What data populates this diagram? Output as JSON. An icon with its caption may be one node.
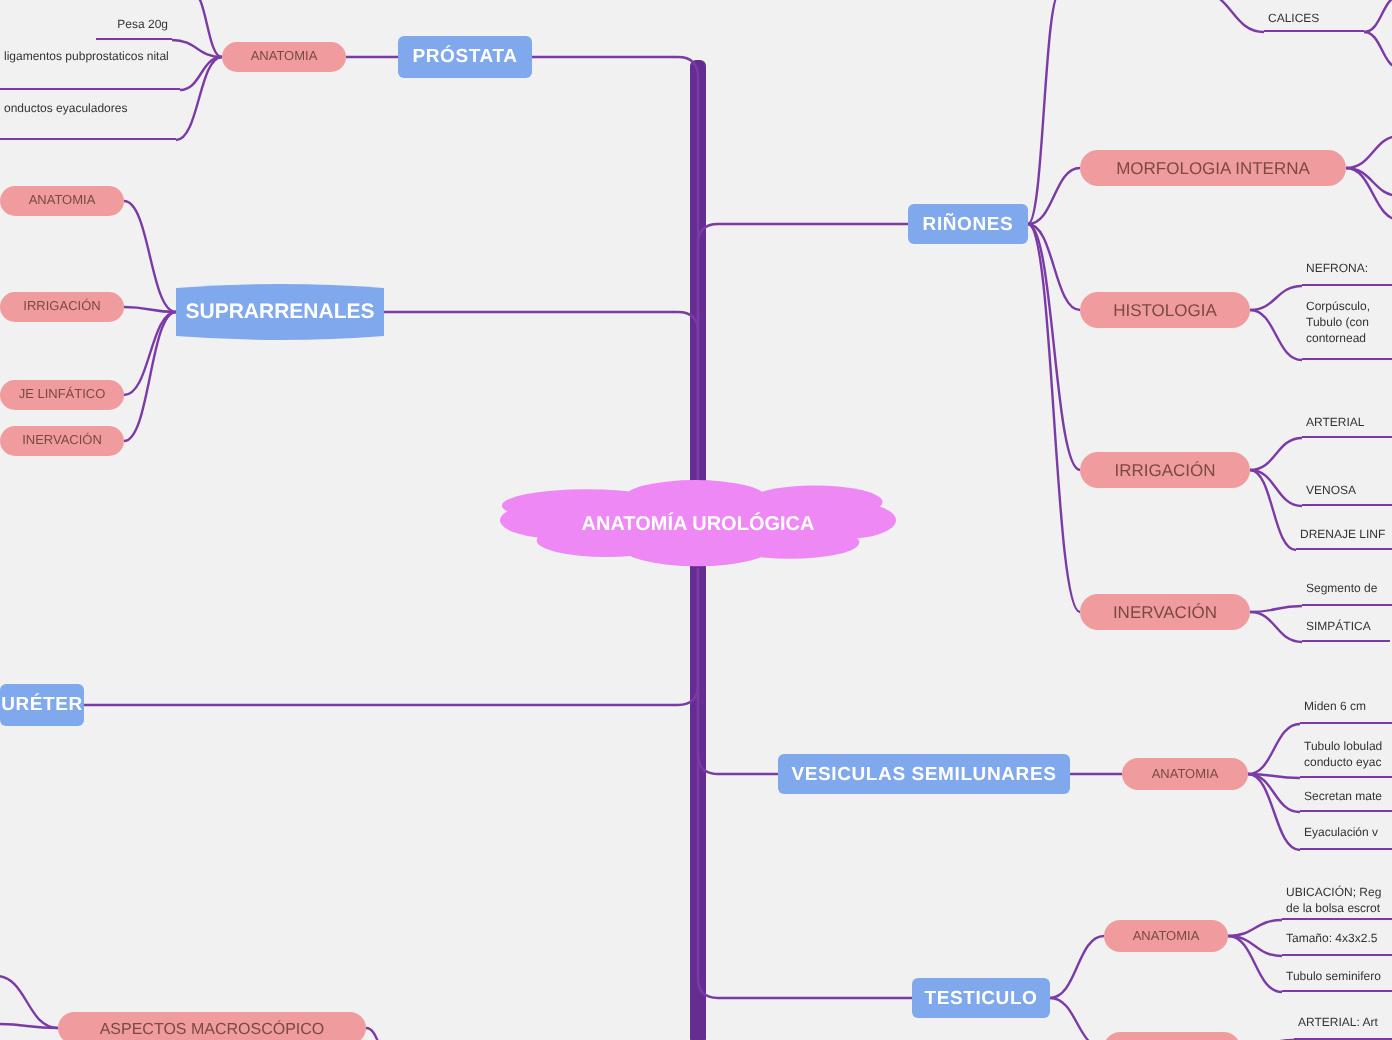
{
  "diagram": {
    "nodes": [
      {
        "text": [
          "ANATOMÍA UROLÓGICA"
        ]
      },
      {
        "text": [
          "PRÓSTATA"
        ]
      },
      {
        "text": [
          "ANATOMIA"
        ]
      },
      {
        "text": [
          "Pesa 20g"
        ]
      },
      {
        "text": [
          "ligamentos pubprostaticos nital"
        ]
      },
      {
        "text": [
          "onductos eyaculadores"
        ]
      },
      {
        "text": [
          "SUPRARRENALES"
        ]
      },
      {
        "text": [
          "ANATOMIA"
        ]
      },
      {
        "text": [
          "IRRIGACIÓN"
        ]
      },
      {
        "text": [
          "JE LINFÁTICO"
        ]
      },
      {
        "text": [
          "INERVACIÓN"
        ]
      },
      {
        "text": [
          "URÉTER"
        ]
      },
      {
        "text": [
          "ASPECTOS MACROSCÓPICO"
        ]
      },
      {
        "text": [
          "RIÑONES"
        ]
      },
      {
        "text": [
          "CALICES"
        ]
      },
      {
        "text": [
          "MORFOLOGIA INTERNA"
        ]
      },
      {
        "text": [
          "HISTOLOGIA"
        ]
      },
      {
        "text": [
          "NEFRONA:"
        ]
      },
      {
        "text": [
          "Corpúsculo, Tubulo (con contornead"
        ]
      },
      {
        "text": [
          "IRRIGACIÓN"
        ]
      },
      {
        "text": [
          "ARTERIAL"
        ]
      },
      {
        "text": [
          "VENOSA"
        ]
      },
      {
        "text": [
          "DRENAJE LINF"
        ]
      },
      {
        "text": [
          "INERVACIÓN"
        ]
      },
      {
        "text": [
          "Segmento de"
        ]
      },
      {
        "text": [
          "SIMPÁTICA"
        ]
      },
      {
        "text": [
          "VESICULAS SEMILUNARES"
        ]
      },
      {
        "text": [
          "ANATOMIA"
        ]
      },
      {
        "text": [
          "Miden 6 cm"
        ]
      },
      {
        "text": [
          "Tubulo lobulad conducto eyac"
        ]
      },
      {
        "text": [
          "Secretan mate"
        ]
      },
      {
        "text": [
          "Eyaculación v"
        ]
      },
      {
        "text": [
          "TESTICULO"
        ]
      },
      {
        "text": [
          "ANATOMIA"
        ]
      },
      {
        "text": [
          "UBICACIÓN; Reg de la bolsa escrot"
        ]
      },
      {
        "text": [
          "Tamaño: 4x3x2.5"
        ]
      },
      {
        "text": [
          "Tubulo seminifero"
        ]
      },
      {
        "text": [],
        "shape": "box"
      },
      {
        "text": [
          "ARTERIAL: Art"
        ]
      }
    ],
    "edges": [
      {
        "from": 0,
        "to": 1,
        "arrow": "none"
      },
      {
        "from": 1,
        "to": 2,
        "arrow": "none"
      },
      {
        "from": 2,
        "to": 3,
        "arrow": "none"
      },
      {
        "from": 2,
        "to": 4,
        "arrow": "none"
      },
      {
        "from": 2,
        "to": 5,
        "arrow": "none"
      },
      {
        "from": 2,
        "to": null,
        "arrow": "none"
      },
      {
        "from": 0,
        "to": 6,
        "arrow": "none"
      },
      {
        "from": 6,
        "to": 7,
        "arrow": "none"
      },
      {
        "from": 6,
        "to": 8,
        "arrow": "none"
      },
      {
        "from": 6,
        "to": 9,
        "arrow": "none"
      },
      {
        "from": 6,
        "to": 10,
        "arrow": "none"
      },
      {
        "from": 0,
        "to": 11,
        "arrow": "none"
      },
      {
        "from": null,
        "to": 12,
        "arrow": "none"
      },
      {
        "from": 12,
        "to": null,
        "arrow": "none"
      },
      {
        "from": 12,
        "to": null,
        "arrow": "none"
      },
      {
        "from": 0,
        "to": 13,
        "arrow": "none"
      },
      {
        "from": 13,
        "to": null,
        "arrow": "none"
      },
      {
        "from": null,
        "to": 14,
        "arrow": "none"
      },
      {
        "from": 14,
        "to": null,
        "arrow": "none"
      },
      {
        "from": 14,
        "to": null,
        "arrow": "none"
      },
      {
        "from": 13,
        "to": 15,
        "arrow": "none"
      },
      {
        "from": 15,
        "to": null,
        "arrow": "none"
      },
      {
        "from": 15,
        "to": null,
        "arrow": "none"
      },
      {
        "from": 15,
        "to": null,
        "arrow": "none"
      },
      {
        "from": 13,
        "to": 16,
        "arrow": "none"
      },
      {
        "from": 16,
        "to": 17,
        "arrow": "none"
      },
      {
        "from": 16,
        "to": 18,
        "arrow": "none"
      },
      {
        "from": 13,
        "to": 19,
        "arrow": "none"
      },
      {
        "from": 19,
        "to": 20,
        "arrow": "none"
      },
      {
        "from": 19,
        "to": 21,
        "arrow": "none"
      },
      {
        "from": 19,
        "to": 22,
        "arrow": "none"
      },
      {
        "from": 13,
        "to": 23,
        "arrow": "none"
      },
      {
        "from": 23,
        "to": 24,
        "arrow": "none"
      },
      {
        "from": 23,
        "to": 25,
        "arrow": "none"
      },
      {
        "from": 0,
        "to": 26,
        "arrow": "none"
      },
      {
        "from": 26,
        "to": 27,
        "arrow": "none"
      },
      {
        "from": 27,
        "to": 28,
        "arrow": "none"
      },
      {
        "from": 27,
        "to": 29,
        "arrow": "none"
      },
      {
        "from": 27,
        "to": 30,
        "arrow": "none"
      },
      {
        "from": 27,
        "to": 31,
        "arrow": "none"
      },
      {
        "from": 0,
        "to": 32,
        "arrow": "none"
      },
      {
        "from": 32,
        "to": 33,
        "arrow": "none"
      },
      {
        "from": 33,
        "to": 34,
        "arrow": "none"
      },
      {
        "from": 33,
        "to": 35,
        "arrow": "none"
      },
      {
        "from": 33,
        "to": 36,
        "arrow": "none"
      },
      {
        "from": 32,
        "to": 37,
        "arrow": "none"
      },
      {
        "from": 37,
        "to": 38,
        "arrow": "none"
      }
    ]
  }
}
